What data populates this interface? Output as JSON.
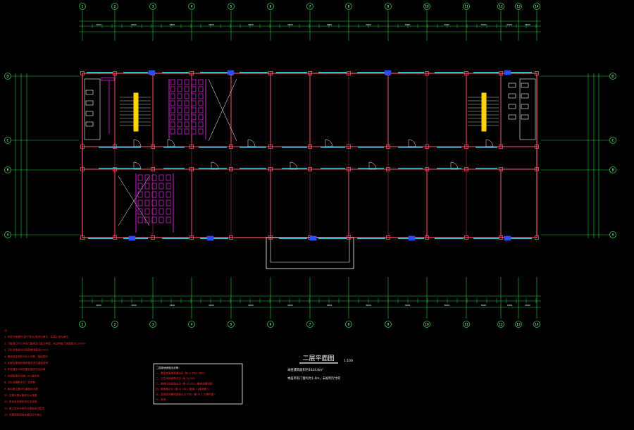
{
  "colors": {
    "background": "#000000",
    "axis": "#19c93f",
    "wall": "#ff4d6a",
    "window": "#19c9d6",
    "stair": "#ffd400",
    "furniture": "#d321d3",
    "text": "#ffffff",
    "notes": "#ff2a2a",
    "blue": "#2b4cff"
  },
  "axes_top": [
    "1",
    "2",
    "3",
    "4",
    "5",
    "6",
    "7",
    "8",
    "9",
    "10",
    "11",
    "12",
    "13",
    "14"
  ],
  "axes_bottom": [
    "1",
    "2",
    "3",
    "4",
    "5",
    "6",
    "7",
    "8",
    "9",
    "10",
    "11",
    "12",
    "13",
    "14"
  ],
  "axes_side": [
    "D",
    "C",
    "B",
    "A"
  ],
  "drawing_title": "二层平面图",
  "drawing_scale": "1:100",
  "title_notes": [
    "本层建筑面积约1624.0m²",
    "本层所有门窗均为1.0m，未标明尺寸的"
  ],
  "legend_lines": [
    "二层楼地面做法说明：",
    "一、教室走廊地面做法见 (地-1) 05J1 (地1)",
    "二、卫生间地面做法见 (地-2) 05J1",
    "三、楼梯间地面做法见 (楼-3) 05J1 (楼梯间楼地面)",
    "四、楼面做法见 (楼-4) 05J1 (楼梯) 1(楼地面1)",
    "五、其他房间楼地面做法见 05J1 (楼-5) 1.5(楼地面)",
    "六、其他"
  ],
  "notes_lines": [
    "注：",
    "1. 本层平面图所注尺寸均以毫米为单位，标高以米为单位",
    "2. 门窗洞口尺寸详见门窗表及门窗大样图，未注明者门垛宽度为120mm",
    "3. 卫生间地面均比同层楼地面低20mm",
    "4. 墙体除注明外均为240厚，轴线居中",
    "5. 走廊及楼梯间墙体做法详见建施说明",
    "6. 所有管井均待设备安装完毕后封堵",
    "7. 内墙阳角处均做1.8m高护角",
    "8. 卫生间隔断详见厂家定制",
    "9. 雨水管位置详见屋面排水图",
    "10. 空调冷凝水管详见水施图",
    "11. 其余未尽事宜详见总说明",
    "12. 施工时应与各专业图纸密切配合",
    "13. 本图须经审查合格后方可施工"
  ]
}
